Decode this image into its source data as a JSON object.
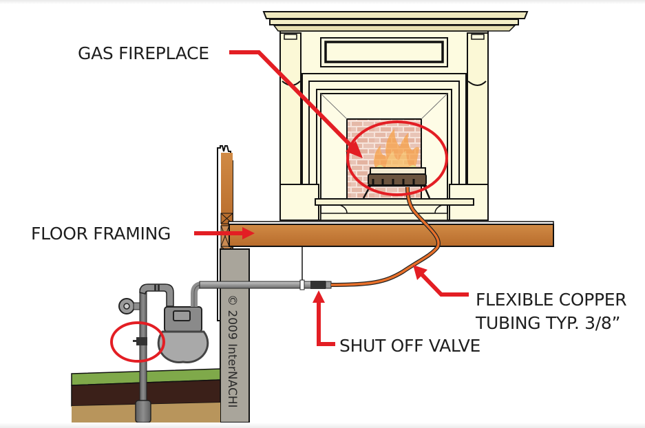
{
  "diagram": {
    "title": "Gas fireplace supply line diagram",
    "labels": {
      "gas_fireplace": "GAS FIREPLACE",
      "floor_framing": "FLOOR FRAMING",
      "flexible_copper_line1": "FLEXIBLE COPPER",
      "flexible_copper_line2": "TUBING TYP. 3/8”",
      "shut_off_valve": "SHUT OFF VALVE"
    },
    "watermark": "© 2009 InterNACHI",
    "colors": {
      "callout_red": "#e31e24",
      "mantel_cream": "#fdfbe0",
      "wood": "#c97a35",
      "concrete": "#a9a59b",
      "pipe_gray": "#8c8c8c",
      "copper_tubing": "#e8702a",
      "brick": "#e8c2b4",
      "grass": "#7fa94a",
      "topsoil": "#3b2019",
      "subsoil": "#b8955c"
    }
  }
}
